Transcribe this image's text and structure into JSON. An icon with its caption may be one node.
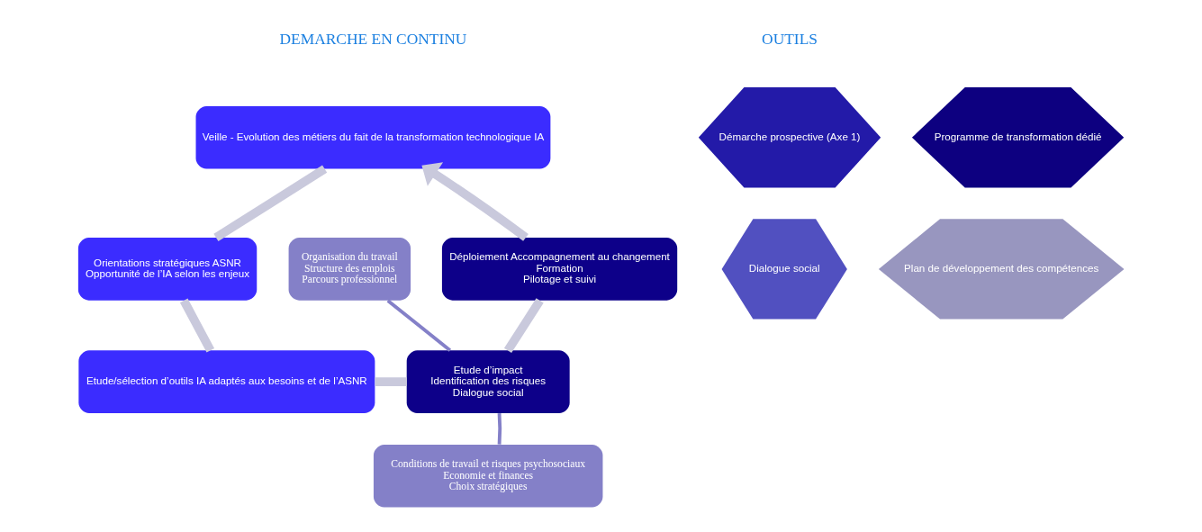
{
  "diagram": {
    "nodes": [
      {
        "text": [
          "Veille - Evolution des métiers du fait de la transformation technologique IA"
        ]
      },
      {
        "text": [
          "Orientations stratégiques ASNR",
          "Opportunité de l’IA selon les enjeux"
        ]
      },
      {
        "text": [
          "Etude/sélection d’outils IA adaptés aux besoins et de l’ASNR"
        ]
      },
      {
        "text": [
          "Etude d’impact",
          "Identification des risques",
          "Dialogue social"
        ]
      },
      {
        "text": [
          "Déploiement Accompagnement au changement",
          "Formation",
          "Pilotage et suivi"
        ]
      },
      {
        "text": [
          "Organisation du travail",
          "Structure des emplois",
          "Parcours professionnel"
        ]
      },
      {
        "text": [
          "Conditions de travail et risques psychosociaux",
          "Economie et finances",
          "Choix stratégiques"
        ]
      },
      {
        "text": [
          "Démarche prospective (Axe 1)"
        ]
      },
      {
        "text": [
          "Programme de transformation dédié"
        ]
      },
      {
        "text": [
          "Dialogue social"
        ]
      },
      {
        "text": [
          "Plan de développement des compétences"
        ]
      }
    ],
    "edges": [
      {
        "from": 0,
        "to": 1,
        "arrow": "none"
      },
      {
        "from": 1,
        "to": 2,
        "arrow": "none"
      },
      {
        "from": 2,
        "to": 3,
        "arrow": "none"
      },
      {
        "from": 3,
        "to": 4,
        "arrow": "none"
      },
      {
        "from": 4,
        "to": 0,
        "arrow": "to"
      },
      {
        "from": 5,
        "to": 3,
        "arrow": "none",
        "color": "#8480c8"
      },
      {
        "from": 6,
        "to": 3,
        "arrow": "none",
        "color": "#8480c8"
      }
    ],
    "labels": [
      "DEMARCHE EN CONTINU",
      "OUTILS"
    ]
  }
}
